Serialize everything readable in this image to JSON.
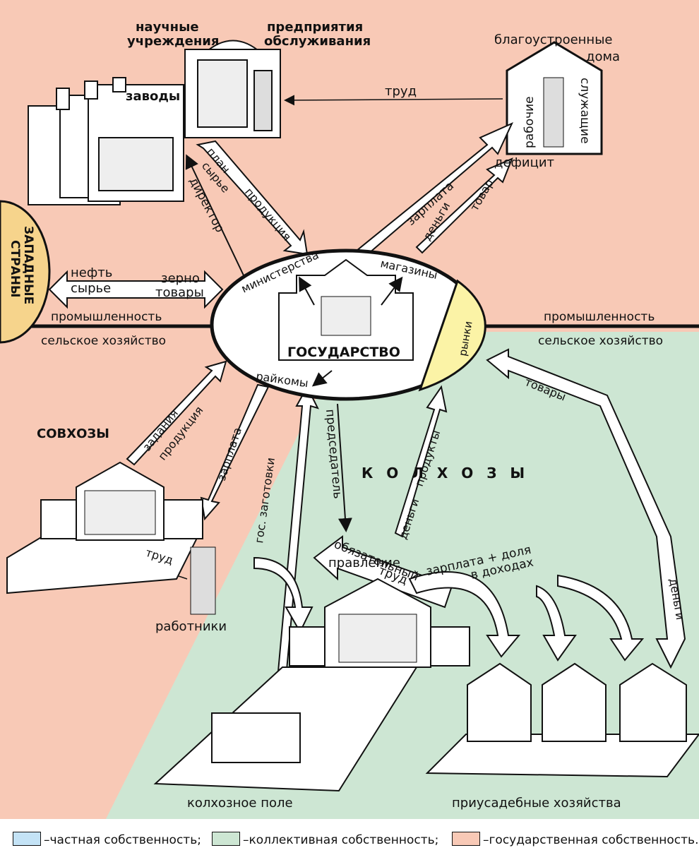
{
  "colors": {
    "state": "#f8c9b6",
    "collective": "#cde6d3",
    "private": "#c4e3f6",
    "western": "#f6d48c",
    "markets": "#fbf3a6"
  },
  "labels": {
    "scientific": "научные учреждения",
    "scientific_l1": "научные",
    "scientific_l2": "учреждения",
    "services_l1": "предприятия",
    "services_l2": "обслуживания",
    "factories": "заводы",
    "houses_l1": "благоустроенные",
    "houses_l2": "дома",
    "workers_word": "рабочие",
    "employees_word": "служащие",
    "labor_top": "труд",
    "deficit": "дефицит",
    "salary_top": "зарплата",
    "money": "деньги",
    "goods": "товар",
    "plan": "план",
    "raw": "сырье",
    "product": "продукция",
    "director": "директор",
    "western_l1": "ЗАПАДНЫЕ",
    "western_l2": "СТРАНЫ",
    "oil": "нефть",
    "raw2": "сырье",
    "grain": "зерно",
    "goods2": "товары",
    "industry_left": "промышленность",
    "agri_left": "сельское хозяйство",
    "industry_right": "промышленность",
    "agri_right": "сельское хозяйство",
    "ministries": "министерства",
    "shops": "магазины",
    "state": "ГОСУДАРСТВО",
    "markets": "рынки",
    "raikoms": "райкомы",
    "sovkhozy": "СОВХОЗЫ",
    "tasks": "задания",
    "product2": "продукция",
    "salary_mid": "зарплата",
    "procurement": "гос. заготовки",
    "chairman": "председатель",
    "kolkhozy": "К О Л Х О З Ы",
    "money_products_money": "деньги",
    "money_products_products": "продукты",
    "goods3": "товары",
    "labor_sov": "труд",
    "workers": "работники",
    "board": "правление",
    "salary_share_l1": "зарплата + доля",
    "salary_share_l2": "в доходах",
    "money_right": "деньги",
    "mandatory_l1": "обязательный",
    "mandatory_l2": "труд",
    "kolkhoz_field": "колхозное поле",
    "household_plots": "приусадебные хозяйства"
  },
  "legend": [
    {
      "text": "–частная собственность;",
      "color": "#c4e3f6"
    },
    {
      "text": "–коллективная собственность;",
      "color": "#cde6d3"
    },
    {
      "text": "–государственная собственность.",
      "color": "#f8c9b6"
    }
  ]
}
